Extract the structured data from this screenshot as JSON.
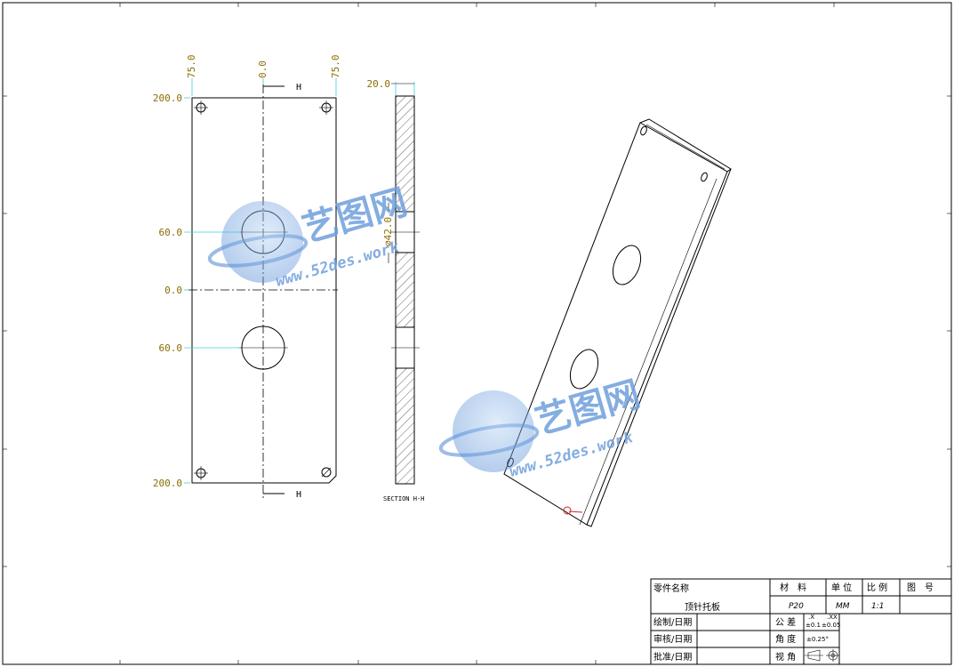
{
  "front_view": {
    "x_dims": [
      "75.0",
      "0.0",
      "75.0"
    ],
    "y_dims": [
      "200.0",
      "60.0",
      "0.0",
      "60.0",
      "200.0"
    ],
    "section_mark_top": "H",
    "section_mark_bottom": "H"
  },
  "section_view": {
    "width_dim": "20.0",
    "hole_dim": "⌀42.0",
    "caption": "SECTION H-H"
  },
  "watermark": {
    "brand": "艺图网",
    "url": "www.52des.work"
  },
  "title_block": {
    "part_name_label": "零件名称",
    "part_name": "顶针托板",
    "material_label": "材　料",
    "material": "P20",
    "unit_label": "单 位",
    "unit": "MM",
    "scale_label": "比 例",
    "scale": "1:1",
    "drawing_no_label": "图　号",
    "drawn_label": "绘制/日期",
    "checked_label": "审核/日期",
    "approved_label": "批准/日期",
    "tolerance_label": "公 差",
    "tol_x_header": ".X",
    "tol_xx_header": ".XX",
    "tol_x": "±0.1",
    "tol_xx": "±0.05",
    "angle_label": "角 度",
    "angle_tol": "±0.25°",
    "view_label": "视 角"
  },
  "colors": {
    "dimension_text": "#8a6d00",
    "extension_line": "#3ad0e0",
    "watermark": "#6f9fdc"
  }
}
